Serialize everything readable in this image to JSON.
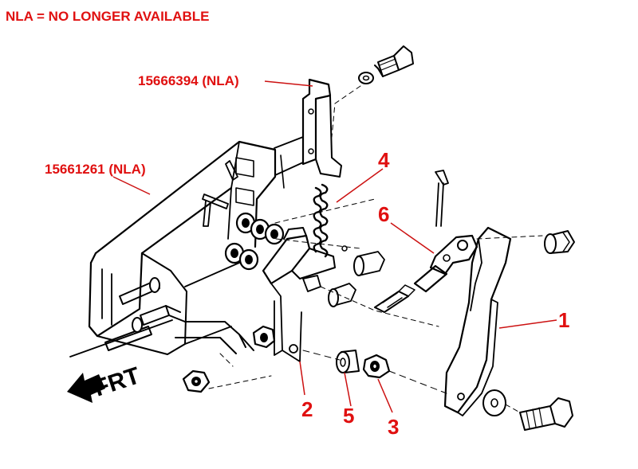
{
  "note": "NLA = NO LONGER AVAILABLE",
  "part_labels": [
    {
      "id": "p1",
      "text": "15666394 (NLA)"
    },
    {
      "id": "p2",
      "text": "15661261 (NLA)"
    }
  ],
  "callouts": [
    {
      "id": "c1",
      "text": "1"
    },
    {
      "id": "c2",
      "text": "2"
    },
    {
      "id": "c3",
      "text": "3"
    },
    {
      "id": "c4",
      "text": "4"
    },
    {
      "id": "c5",
      "text": "5"
    },
    {
      "id": "c6",
      "text": "6"
    }
  ],
  "direction_label": "FRT",
  "colors": {
    "label_red": "#e01010",
    "ink": "#000000"
  }
}
